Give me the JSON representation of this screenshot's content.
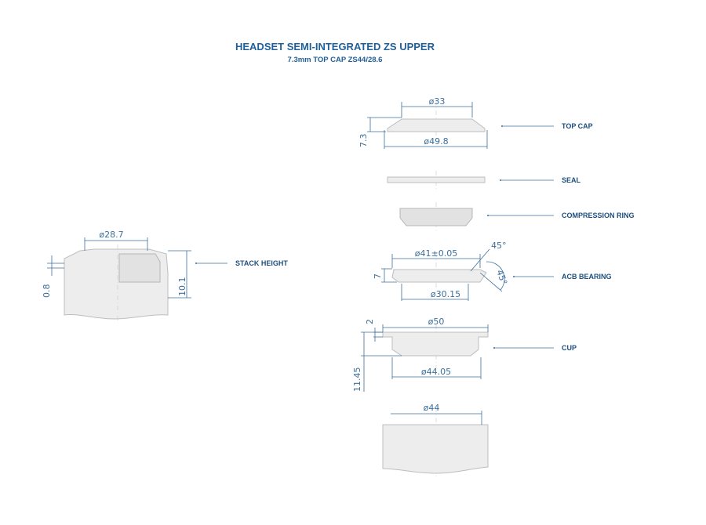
{
  "title": "HEADSET SEMI-INTEGRATED ZS UPPER",
  "subtitle": "7.3mm TOP CAP ZS44/28.6",
  "labels": {
    "top_cap": "TOP CAP",
    "seal": "SEAL",
    "compression_ring": "COMPRESSION RING",
    "acb_bearing": "ACB BEARING",
    "cup": "CUP",
    "stack_height": "STACK HEIGHT"
  },
  "dimensions": {
    "top_cap_inner_dia": "ø33",
    "top_cap_outer_dia": "ø49.8",
    "top_cap_height": "7.3",
    "bearing_outer_dia": "ø41±0.05",
    "bearing_angle_top": "45°",
    "bearing_angle_side": "45°",
    "bearing_height": "7",
    "bearing_inner_dia": "ø30.15",
    "cup_outer_dia": "ø50",
    "cup_lip": "2",
    "cup_height": "11.45",
    "cup_inner_dia": "ø44.05",
    "frame_dia": "ø44",
    "stack_dia": "ø28.7",
    "stack_height": "10.1",
    "stack_offset": "0.8"
  },
  "colors": {
    "title": "#1f5f9a",
    "dimension": "#3c6f9c",
    "part_fill": "#ededed",
    "part_stroke": "#bdbdbd"
  }
}
